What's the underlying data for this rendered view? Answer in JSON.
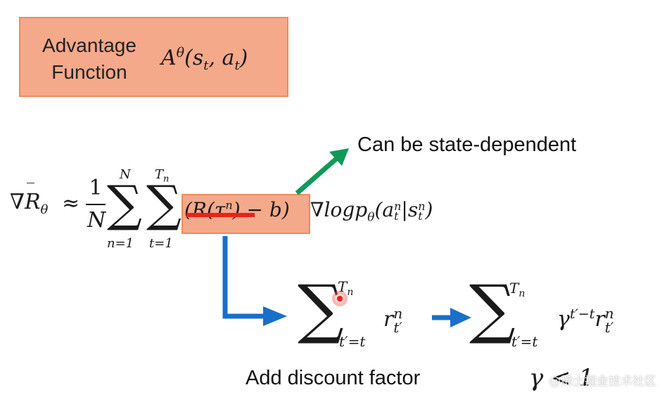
{
  "advantage_box": {
    "label_line1": "Advantage",
    "label_line2": "Function",
    "formula": {
      "base": "A",
      "sup": "θ",
      "args": "(s",
      "sub1": "t",
      "mid": ", a",
      "sub2": "t",
      "close": ")"
    }
  },
  "annotations": {
    "state_dependent": "Can be state-dependent",
    "discount": "Add discount factor",
    "gamma": "γ < 1",
    "watermark": "@稀土掘金技术社区"
  },
  "main_formula": {
    "lhs": "∇R",
    "lhs_sub": "θ",
    "approx": "≈",
    "frac_num": "1",
    "frac_den": "N",
    "sum1_top": "N",
    "sum1_bottom": "n=1",
    "sum2_top": "T",
    "sum2_top_sub": "n",
    "sum2_bottom": "t=1",
    "paren_term": "(R(τ",
    "paren_sup": "n",
    "paren_rest": ") − b)",
    "grad_term": "∇logp",
    "grad_sub": "θ",
    "grad_args_open": "(a",
    "grad_a_sup": "n",
    "grad_a_sub": "t",
    "grad_bar": "|s",
    "grad_s_sup": "n",
    "grad_s_sub": "t",
    "grad_close": ")"
  },
  "sum_formula_1": {
    "top": "T",
    "top_sub": "n",
    "bottom": "t′=t",
    "term": "r",
    "term_sup": "n",
    "term_sub": "t′"
  },
  "sum_formula_2": {
    "top": "T",
    "top_sub": "n",
    "bottom": "t′=t",
    "term": "γ",
    "term_sup": "t′−t",
    "term2": "r",
    "term2_sup": "n",
    "term2_sub": "t′"
  },
  "colors": {
    "box_fill": "#f5a98b",
    "box_border": "#f08a5d",
    "green_arrow": "#0f9a5a",
    "blue_arrow": "#1a6fc9",
    "strike_red": "#e8231a"
  }
}
